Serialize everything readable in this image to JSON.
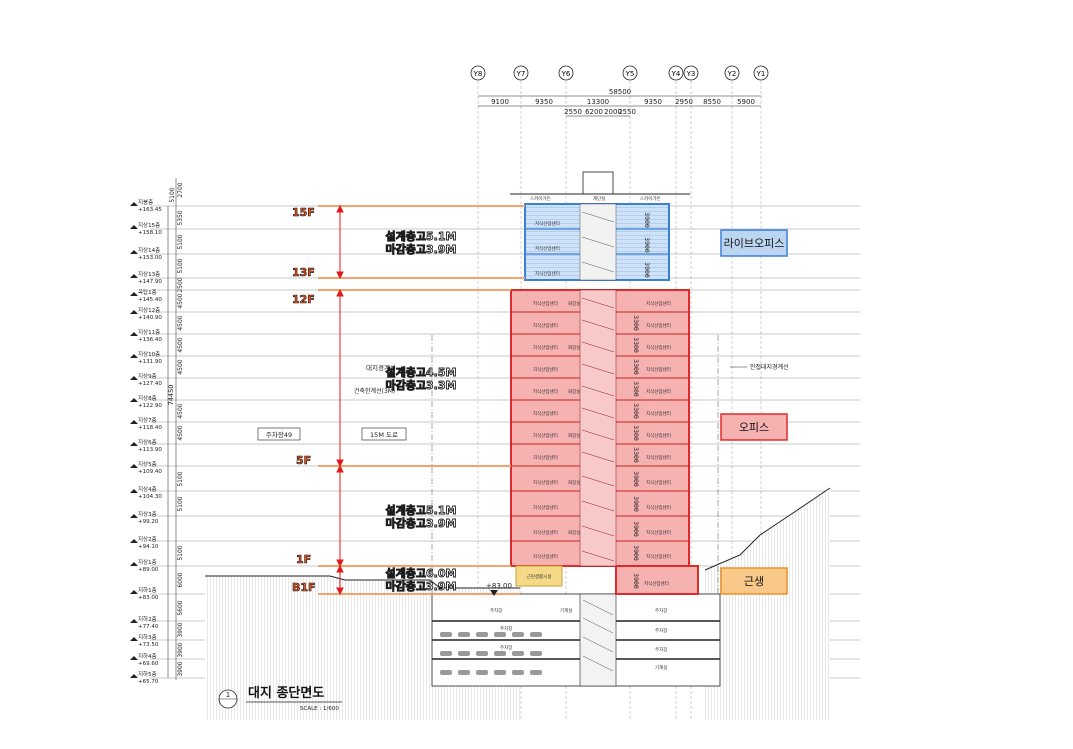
{
  "grid_axes": [
    "Y8",
    "Y7",
    "Y6",
    "Y5",
    "Y4",
    "Y3",
    "Y2",
    "Y1"
  ],
  "dims": {
    "total": "58500",
    "top_row": [
      "9100",
      "9350",
      "13300",
      "9350",
      "2950",
      "8550",
      "5900"
    ],
    "sub_row": [
      "2550",
      "6200",
      "2000",
      "2550"
    ]
  },
  "left_dims": [
    "2700",
    "5100",
    "5350",
    "5100",
    "5100",
    "2500",
    "4500",
    "4500",
    "4500",
    "4500",
    "4500",
    "4500",
    "5100",
    "5100",
    "5100",
    "6000",
    "5600",
    "3900",
    "3900",
    "3900"
  ],
  "total_height": "74450",
  "levels": [
    {
      "name": "지붕층",
      "el": "+163.45"
    },
    {
      "name": "지상15층",
      "el": "+158.10"
    },
    {
      "name": "지상14층",
      "el": "+153.00"
    },
    {
      "name": "지상13층",
      "el": "+147.90"
    },
    {
      "name": "옥탑1층",
      "el": "+145.40"
    },
    {
      "name": "지상12층",
      "el": "+140.90"
    },
    {
      "name": "지상11층",
      "el": "+136.40"
    },
    {
      "name": "지상10층",
      "el": "+131.90"
    },
    {
      "name": "지상9층",
      "el": "+127.40"
    },
    {
      "name": "지상8층",
      "el": "+122.90"
    },
    {
      "name": "지상7층",
      "el": "+118.40"
    },
    {
      "name": "지상6층",
      "el": "+113.90"
    },
    {
      "name": "지상5층",
      "el": "+109.40"
    },
    {
      "name": "지상4층",
      "el": "+104.30"
    },
    {
      "name": "지상3층",
      "el": "+99.20"
    },
    {
      "name": "지상2층",
      "el": "+94.10"
    },
    {
      "name": "지상1층",
      "el": "+89.00"
    },
    {
      "name": "지하1층",
      "el": "+83.00"
    },
    {
      "name": "지하2층",
      "el": "+77.40"
    },
    {
      "name": "지하3층",
      "el": "+73.50"
    },
    {
      "name": "지하4층",
      "el": "+69.60"
    },
    {
      "name": "지하5층",
      "el": "+65.70"
    }
  ],
  "floor_tags": [
    "15F",
    "13F",
    "12F",
    "5F",
    "1F",
    "B1F"
  ],
  "callouts": [
    {
      "l1": "설계층고5.1M",
      "l2": "마감층고3.9M"
    },
    {
      "l1": "설계층고4.5M",
      "l2": "마감층고3.3M"
    },
    {
      "l1": "설계층고5.1M",
      "l2": "마감층고3.9M"
    },
    {
      "l1": "설계층고6.0M",
      "l2": "마감층고3.9M"
    }
  ],
  "zones": {
    "live_office": "라이브오피스",
    "office": "오피스",
    "retail": "근생"
  },
  "site_labels": {
    "parking": "주차장49",
    "road": "15M 도로",
    "site_boundary": "대지경계선",
    "setback": "건축한계선(3M)",
    "adjacent": "인접대지경계선",
    "ground_el": "+83.00"
  },
  "room_labels": {
    "office_room": "지식산업센터",
    "stair": "계단실",
    "wc": "화장실",
    "parking_room": "주차장",
    "machine": "기계실",
    "retail_room": "근린생활시설",
    "height": "3300",
    "height_tall": "3900",
    "sky": "스카이가든"
  },
  "title": {
    "number": "1",
    "name": "대지 종단면도",
    "scale": "SCALE : 1/600"
  },
  "colors": {
    "live_office": "#3b7fd9",
    "office": "#e02b2b",
    "retail": "#e8922a",
    "tag": "#e8541c",
    "arrow": "#e01b1b"
  }
}
